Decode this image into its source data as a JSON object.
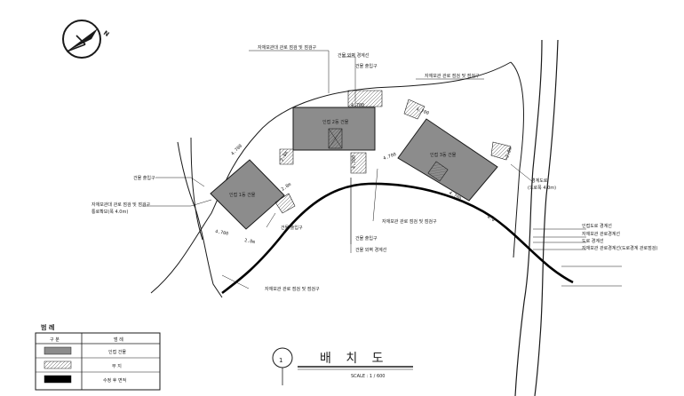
{
  "north_arrow": {
    "letter": "N",
    "icon": "north-arrow-icon"
  },
  "buildings": [
    {
      "label": "인접 1동 건물"
    },
    {
      "label": "인접 2동 건물"
    },
    {
      "label": "인접 3동 건물"
    }
  ],
  "callouts": {
    "top_left": "자재보관대 관로 점검 및 점검구",
    "top_mid_a": "건물 외벽 경계선",
    "top_mid_b": "건물 출입구",
    "top_right": "자재보관 관로 점검 및 점검구",
    "left_a": "건물 출입구",
    "left_b1": "자재보관대 관로 점검 및 점검구",
    "left_b2": "통로확보(폭 4.0m)",
    "left_c": "건물 출입구",
    "mid_a": "자재보관 관로 점검 및 점검구",
    "mid_b": "건물 출입구",
    "mid_c": "건물 외벽 경계선",
    "bottom": "자재보관 관로 점검 및 점검구",
    "right_a1": "경계도로",
    "right_a2": "(도로폭 4.0m)",
    "right_b": "인접도로 경계선",
    "right_c": "자재보관 관로경계선",
    "right_d": "도로 경계선",
    "right_e": "자재보관 관로경계선(도로경계 관로점검)"
  },
  "dimensions": [
    "4.700",
    "2.8m",
    "4.700",
    "4.700",
    "2.8m",
    "4.700",
    "4.700",
    "2.8m",
    "4.700",
    "2.8m",
    "4.700",
    "4.0"
  ],
  "legend": {
    "title": "범 례",
    "header_col1": "구 분",
    "header_col2": "범 례",
    "rows": [
      {
        "swatch": "gray",
        "label": "인접 건물"
      },
      {
        "swatch": "hatch",
        "label": "부 지"
      },
      {
        "swatch": "black",
        "label": "수정 후 면적"
      }
    ]
  },
  "title_block": {
    "number": "1",
    "title": "배 치 도",
    "scale": "SCALE : 1 / 600"
  },
  "colors": {
    "ink": "#1a1a1a",
    "building_fill": "#8c8c8c",
    "paper": "#ffffff"
  }
}
